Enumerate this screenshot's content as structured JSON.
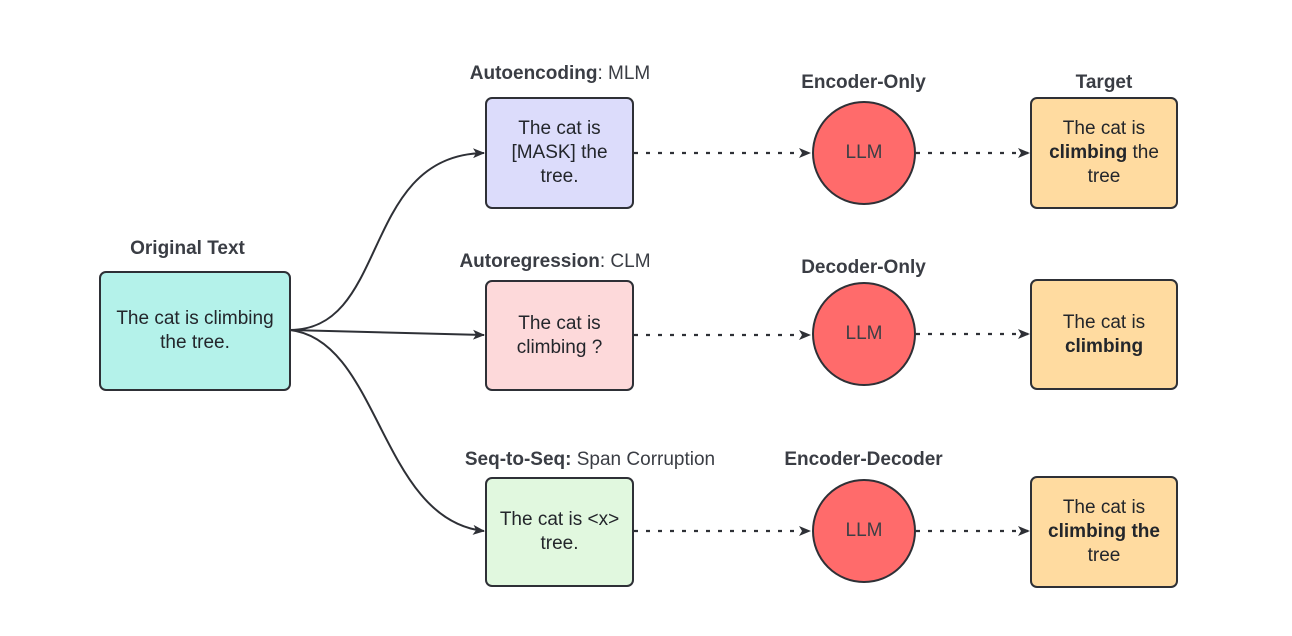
{
  "colors": {
    "original": "#b4f2ea",
    "autoencoding": "#dcdcfb",
    "autoregression": "#fdd9da",
    "seq2seq": "#e1f8df",
    "llm": "#ff6b6b",
    "target": "#ffdba0",
    "stroke": "#2e3036"
  },
  "original": {
    "title": "Original Text",
    "text": "The cat is climbing the tree."
  },
  "rows": [
    {
      "objective_bold": "Autoencoding",
      "objective_rest": ": MLM",
      "input_lines": [
        "The cat is",
        "[MASK] the",
        "tree."
      ],
      "model_title": "Encoder-Only",
      "model_label": "LLM",
      "target_title": "Target",
      "target_lines": [
        [
          {
            "t": "The cat is",
            "b": false
          }
        ],
        [
          {
            "t": "climbing",
            "b": true
          },
          {
            "t": " the",
            "b": false
          }
        ],
        [
          {
            "t": "tree",
            "b": false
          }
        ]
      ]
    },
    {
      "objective_bold": "Autoregression",
      "objective_rest": ": CLM",
      "input_lines": [
        "The cat is",
        "climbing ?"
      ],
      "model_title": "Decoder-Only",
      "model_label": "LLM",
      "target_title": "",
      "target_lines": [
        [
          {
            "t": "The cat is",
            "b": false
          }
        ],
        [
          {
            "t": "climbing",
            "b": true
          }
        ]
      ]
    },
    {
      "objective_bold": "Seq-to-Seq:",
      "objective_rest": " Span Corruption",
      "input_lines": [
        "The cat is <x>",
        "tree."
      ],
      "model_title": "Encoder-Decoder",
      "model_label": "LLM",
      "target_title": "",
      "target_lines": [
        [
          {
            "t": "The cat is",
            "b": false
          }
        ],
        [
          {
            "t": "climbing the",
            "b": true
          }
        ],
        [
          {
            "t": "tree",
            "b": false
          }
        ]
      ]
    }
  ]
}
